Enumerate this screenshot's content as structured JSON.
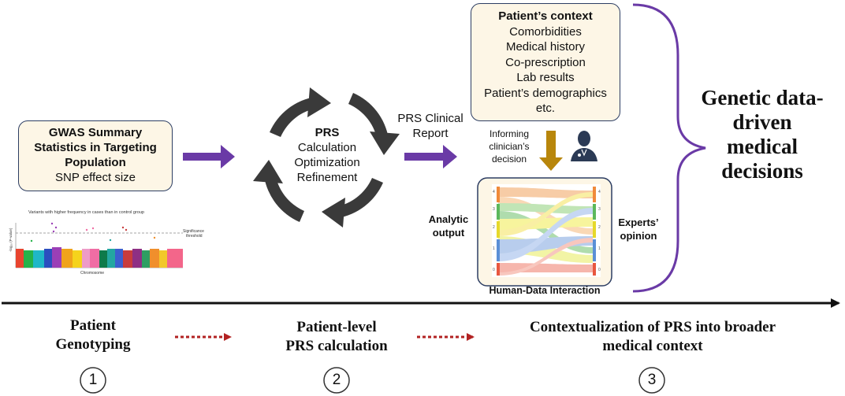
{
  "gwas_box": {
    "title_lines": [
      "GWAS Summary",
      "Statistics in Targeting",
      "Population"
    ],
    "subtitle": "SNP effect size"
  },
  "manhattan": {
    "title": "Variants with higher frequency in cases than in control group",
    "threshold_label_lines": [
      "Significance",
      "threshold"
    ],
    "y_label": "-log₁₀ (P-value)",
    "x_label": "Chromosome"
  },
  "prs_cycle": {
    "title": "PRS",
    "lines": [
      "Calculation",
      "Optimization",
      "Refinement"
    ],
    "arrow_color": "#3a3a3a"
  },
  "prs_report": {
    "lines": [
      "PRS Clinical",
      "Report"
    ]
  },
  "patient_context": {
    "title": "Patient’s context",
    "items": [
      "Comorbidities",
      "Medical history",
      "Co-prescription",
      "Lab results",
      "Patient’s demographics",
      "etc."
    ]
  },
  "informing": {
    "lines": [
      "Informing",
      "clinician’s",
      "decision"
    ]
  },
  "analytic_output": {
    "lines": [
      "Analytic",
      "output"
    ]
  },
  "experts_opinion": {
    "lines": [
      "Experts’",
      "opinion"
    ]
  },
  "hdi_caption": "Human-Data Interaction",
  "sankey": {
    "left_labels": [
      "4",
      "3",
      "2",
      "1",
      "0"
    ],
    "right_labels": [
      "4",
      "3",
      "2",
      "1",
      "0"
    ]
  },
  "decision_label": {
    "lines": [
      "Genetic data-",
      "driven",
      "medical",
      "decisions"
    ]
  },
  "timeline": {
    "stages": [
      {
        "lines": [
          "Patient",
          "Genotyping"
        ],
        "number": "1"
      },
      {
        "lines": [
          "Patient-level",
          "PRS calculation"
        ],
        "number": "2"
      },
      {
        "lines": [
          "Contextualization of PRS into broader",
          "medical context"
        ],
        "number": "3"
      }
    ]
  },
  "colors": {
    "purple_arrow": "#6a3aa6",
    "brace": "#6a3aa6",
    "gold_arrow": "#b8860b",
    "red_dotted": "#b22222",
    "box_fill": "#fdf6e6",
    "box_border": "#2d3e63",
    "doctor_icon": "#2b3a55"
  }
}
